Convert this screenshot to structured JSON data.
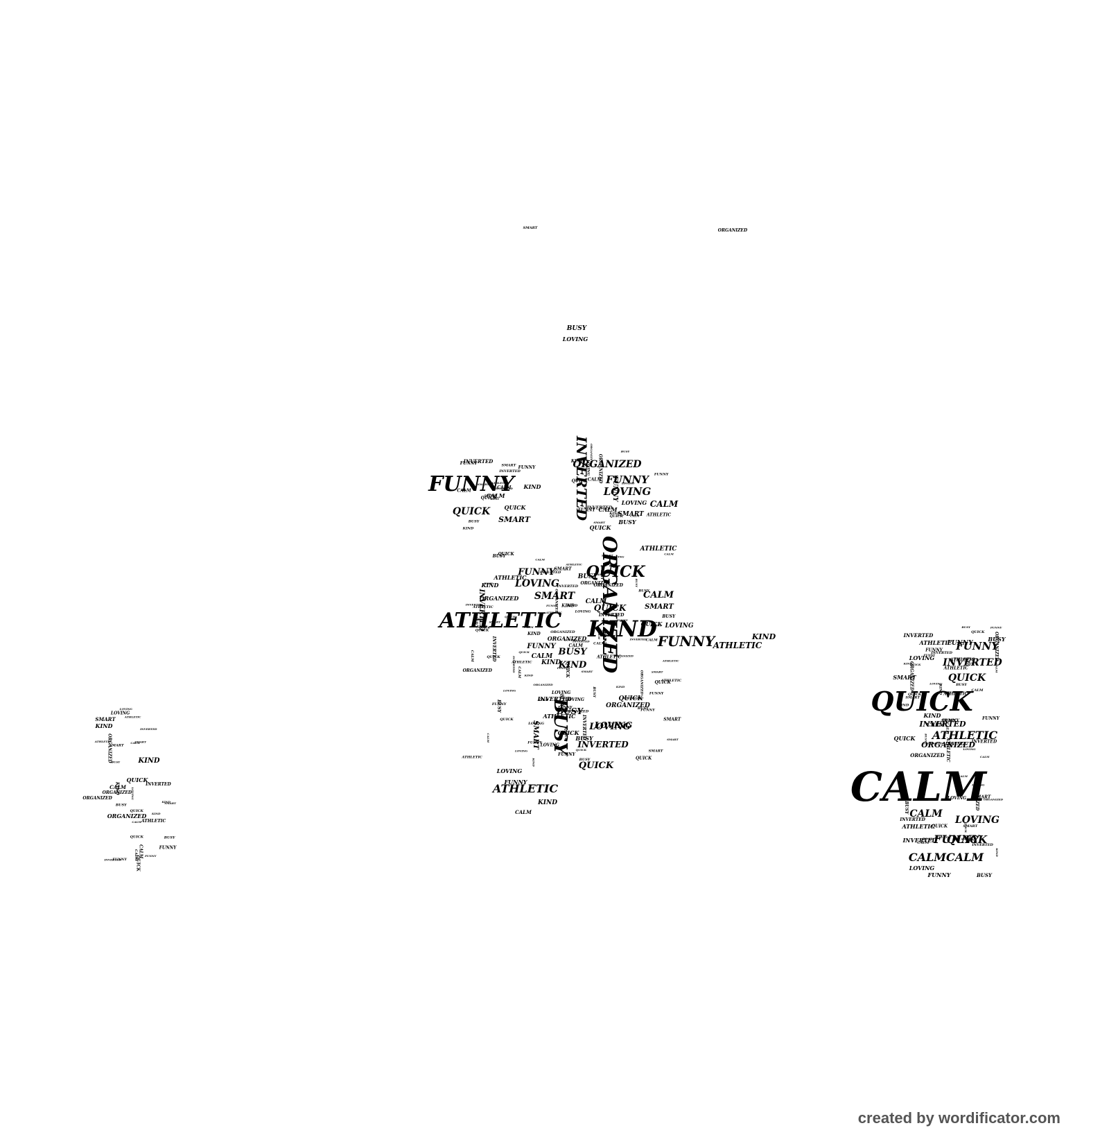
{
  "credit": "created by wordificator.com",
  "colors": {
    "background": "#ffffff",
    "word": "#000000",
    "credit": "#555555"
  },
  "word_cloud": {
    "large_words": [
      {
        "text": "CALM"
      },
      {
        "text": "QUICK"
      },
      {
        "text": "ATHLETIC"
      },
      {
        "text": "KIND"
      },
      {
        "text": "ORGANIZED"
      },
      {
        "text": "FUNNY"
      },
      {
        "text": "INVERTED"
      },
      {
        "text": "BUSY"
      },
      {
        "text": "QUICK"
      },
      {
        "text": "FUNNY"
      }
    ],
    "medium_words": [
      {
        "text": "FUNNY"
      },
      {
        "text": "LOVING"
      },
      {
        "text": "ORGANIZED"
      },
      {
        "text": "QUICK"
      },
      {
        "text": "CALM"
      },
      {
        "text": "SMART"
      },
      {
        "text": "LOVING"
      },
      {
        "text": "FUNNY"
      },
      {
        "text": "BUSY"
      },
      {
        "text": "SMART"
      },
      {
        "text": "CALM"
      },
      {
        "text": "QUICK"
      },
      {
        "text": "LOVING"
      },
      {
        "text": "INVERTED"
      },
      {
        "text": "QUICK"
      },
      {
        "text": "ATHLETIC"
      },
      {
        "text": "KIND"
      },
      {
        "text": "FUNNY"
      },
      {
        "text": "ATHLETIC"
      },
      {
        "text": "INVERTED"
      },
      {
        "text": "FUNNY"
      },
      {
        "text": "QUICK"
      },
      {
        "text": "ATHLETIC"
      },
      {
        "text": "LOVING"
      },
      {
        "text": "QUICK"
      },
      {
        "text": "CALMCALM"
      },
      {
        "text": "CALM"
      },
      {
        "text": "KIND"
      },
      {
        "text": "BUSY"
      },
      {
        "text": "LOVING"
      },
      {
        "text": "ORGANIZED"
      },
      {
        "text": "INVERTED"
      },
      {
        "text": "KIND"
      }
    ],
    "small_words": [
      "BUSY",
      "LOVING",
      "ORGANIZED",
      "SMART",
      "INVERTED",
      "FUNNY",
      "CALM",
      "QUICK",
      "KIND",
      "ATHLETIC",
      "SMART",
      "BUSY",
      "CALM",
      "LOVING",
      "QUICK",
      "FUNNY",
      "KIND",
      "ORGANIZED",
      "INVERTED",
      "ATHLETIC",
      "BUSY",
      "CALM",
      "SMART",
      "LOVING",
      "QUICK",
      "FUNNY",
      "KIND",
      "CALM",
      "ORGANIZED",
      "INVERTED",
      "ATHLETIC",
      "QUICK",
      "BUSY",
      "SMART",
      "LOVING",
      "FUNNY",
      "KIND",
      "CALM",
      "QUICK",
      "ORGANIZED",
      "INVERTED",
      "ATHLETIC",
      "FUNNY",
      "LOVING",
      "BUSY",
      "SMART",
      "KIND",
      "CALM",
      "QUICK",
      "ORGANIZED",
      "INVERTED",
      "ATHLETIC",
      "LOVING",
      "FUNNY",
      "BUSY",
      "SMART",
      "KIND",
      "CALM",
      "QUICK",
      "ORGANIZED"
    ]
  }
}
